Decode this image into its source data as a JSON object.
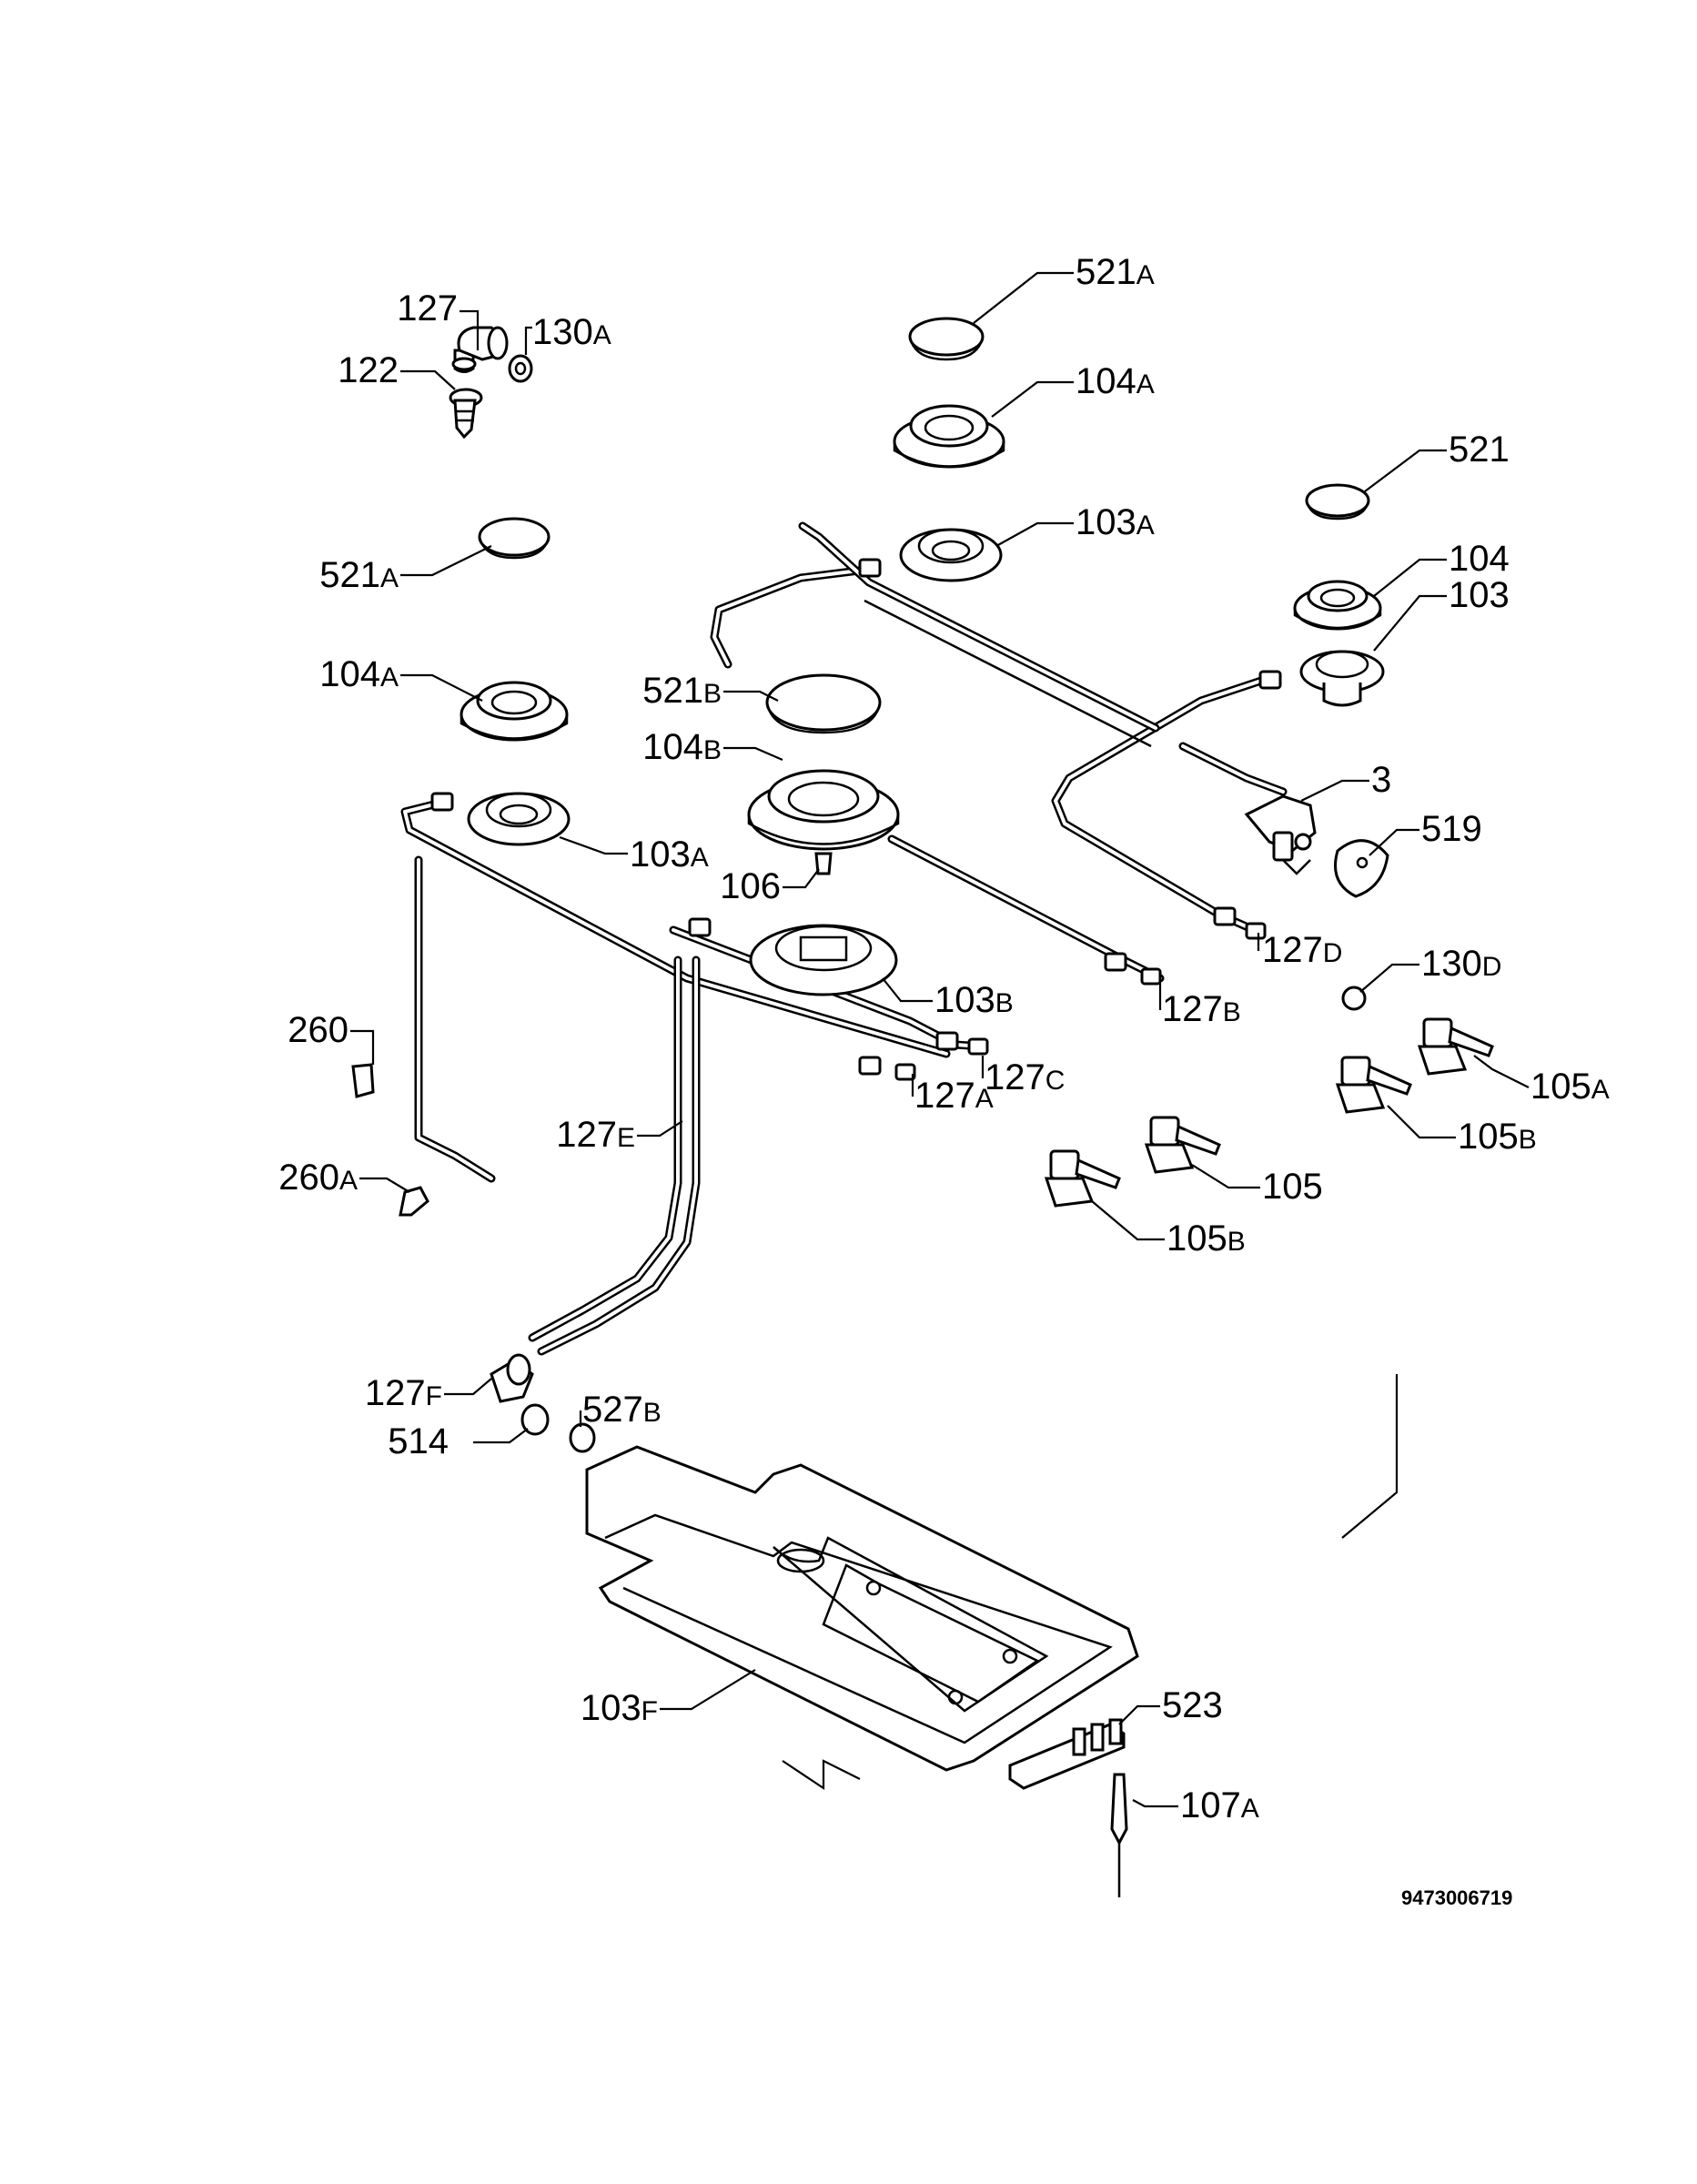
{
  "diagram_code": "9473006719",
  "callouts": [
    {
      "id": "c-127-top",
      "num": "127",
      "suffix": ""
    },
    {
      "id": "c-130a",
      "num": "130",
      "suffix": "A"
    },
    {
      "id": "c-122",
      "num": "122",
      "suffix": ""
    },
    {
      "id": "c-521a-left",
      "num": "521",
      "suffix": "A"
    },
    {
      "id": "c-104a-left",
      "num": "104",
      "suffix": "A"
    },
    {
      "id": "c-103a-left",
      "num": "103",
      "suffix": "A"
    },
    {
      "id": "c-521a-top",
      "num": "521",
      "suffix": "A"
    },
    {
      "id": "c-104a-top",
      "num": "104",
      "suffix": "A"
    },
    {
      "id": "c-103a-top",
      "num": "103",
      "suffix": "A"
    },
    {
      "id": "c-521",
      "num": "521",
      "suffix": ""
    },
    {
      "id": "c-104",
      "num": "104",
      "suffix": ""
    },
    {
      "id": "c-103",
      "num": "103",
      "suffix": ""
    },
    {
      "id": "c-521b",
      "num": "521",
      "suffix": "B"
    },
    {
      "id": "c-104b",
      "num": "104",
      "suffix": "B"
    },
    {
      "id": "c-106",
      "num": "106",
      "suffix": ""
    },
    {
      "id": "c-103b",
      "num": "103",
      "suffix": "B"
    },
    {
      "id": "c-3",
      "num": "3",
      "suffix": ""
    },
    {
      "id": "c-519",
      "num": "519",
      "suffix": ""
    },
    {
      "id": "c-127d",
      "num": "127",
      "suffix": "D"
    },
    {
      "id": "c-130d",
      "num": "130",
      "suffix": "D"
    },
    {
      "id": "c-127b",
      "num": "127",
      "suffix": "B"
    },
    {
      "id": "c-127c",
      "num": "127",
      "suffix": "C"
    },
    {
      "id": "c-127a",
      "num": "127",
      "suffix": "A"
    },
    {
      "id": "c-105a",
      "num": "105",
      "suffix": "A"
    },
    {
      "id": "c-105b-right",
      "num": "105",
      "suffix": "B"
    },
    {
      "id": "c-105",
      "num": "105",
      "suffix": ""
    },
    {
      "id": "c-105b-mid",
      "num": "105",
      "suffix": "B"
    },
    {
      "id": "c-260",
      "num": "260",
      "suffix": ""
    },
    {
      "id": "c-127e",
      "num": "127",
      "suffix": "E"
    },
    {
      "id": "c-260a",
      "num": "260",
      "suffix": "A"
    },
    {
      "id": "c-127f",
      "num": "127",
      "suffix": "F"
    },
    {
      "id": "c-527b",
      "num": "527",
      "suffix": "B"
    },
    {
      "id": "c-514",
      "num": "514",
      "suffix": ""
    },
    {
      "id": "c-103f",
      "num": "103",
      "suffix": "F"
    },
    {
      "id": "c-523",
      "num": "523",
      "suffix": ""
    },
    {
      "id": "c-107a",
      "num": "107",
      "suffix": "A"
    }
  ]
}
